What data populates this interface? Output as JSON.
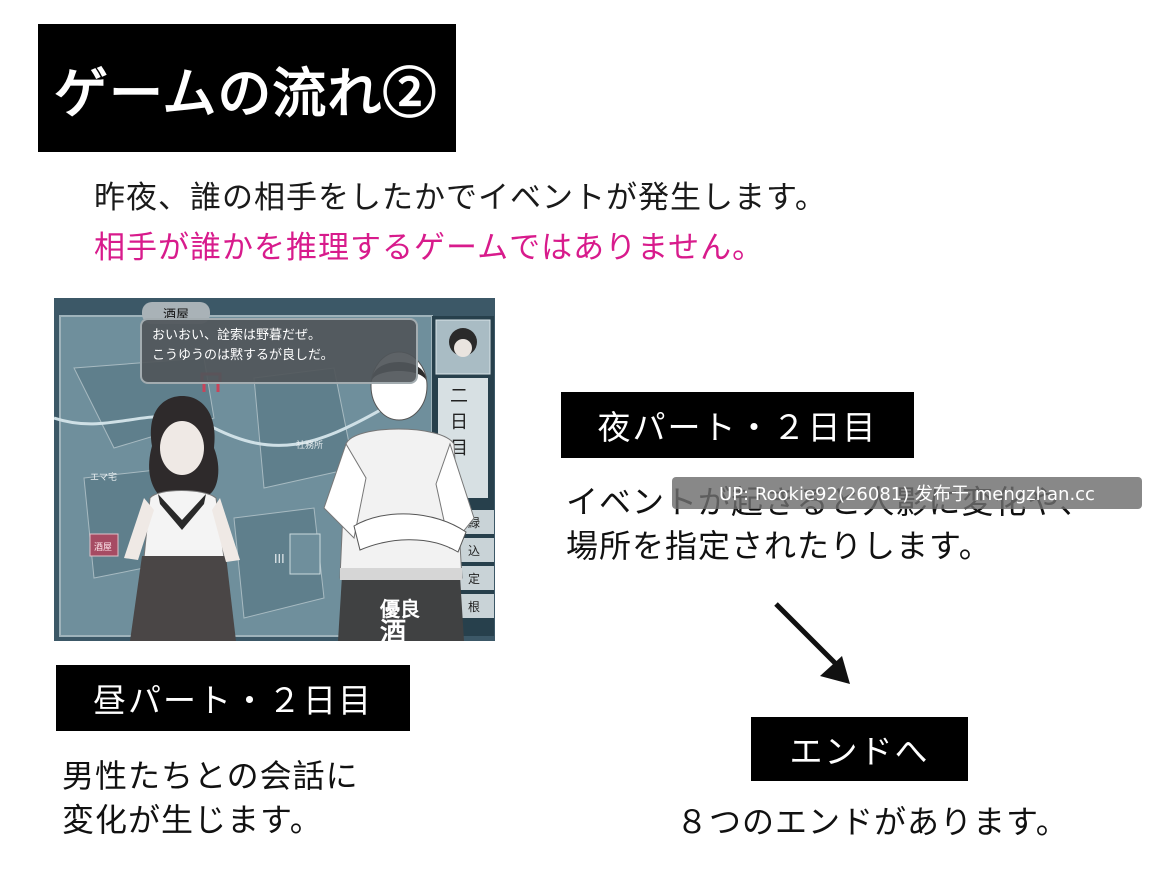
{
  "title": "ゲームの流れ②",
  "lead": {
    "line1": "昨夜、誰の相手をしたかでイベントが発生します。",
    "line2": "相手が誰かを推理するゲームではありません。"
  },
  "screenshot": {
    "location_tag": "酒屋",
    "dialogue": [
      "おいおい、詮索は野暮だぜ。",
      "こうゆうのは黙するが良しだ。"
    ],
    "day_indicator": "二日目",
    "map_labels": [
      "社務所",
      "エマ宅",
      "酒屋"
    ],
    "side_buttons": [
      "緑",
      "込",
      "定",
      "根"
    ],
    "apron_text": [
      "優良",
      "酒"
    ]
  },
  "night": {
    "label": "夜パート・２日目",
    "lines": [
      "イベントが起きると人影に変化や、",
      "場所を指定されたりします。"
    ]
  },
  "day": {
    "label": "昼パート・２日目",
    "lines": [
      "男性たちとの会話に",
      "変化が生じます。"
    ]
  },
  "end": {
    "label": "エンドへ",
    "text": "８つのエンドがあります。"
  },
  "watermark": "UP: Rookie92(26081) 发布于 mengzhan.cc",
  "colors": {
    "accent_pink": "#d81b8c",
    "box": "#000000"
  }
}
